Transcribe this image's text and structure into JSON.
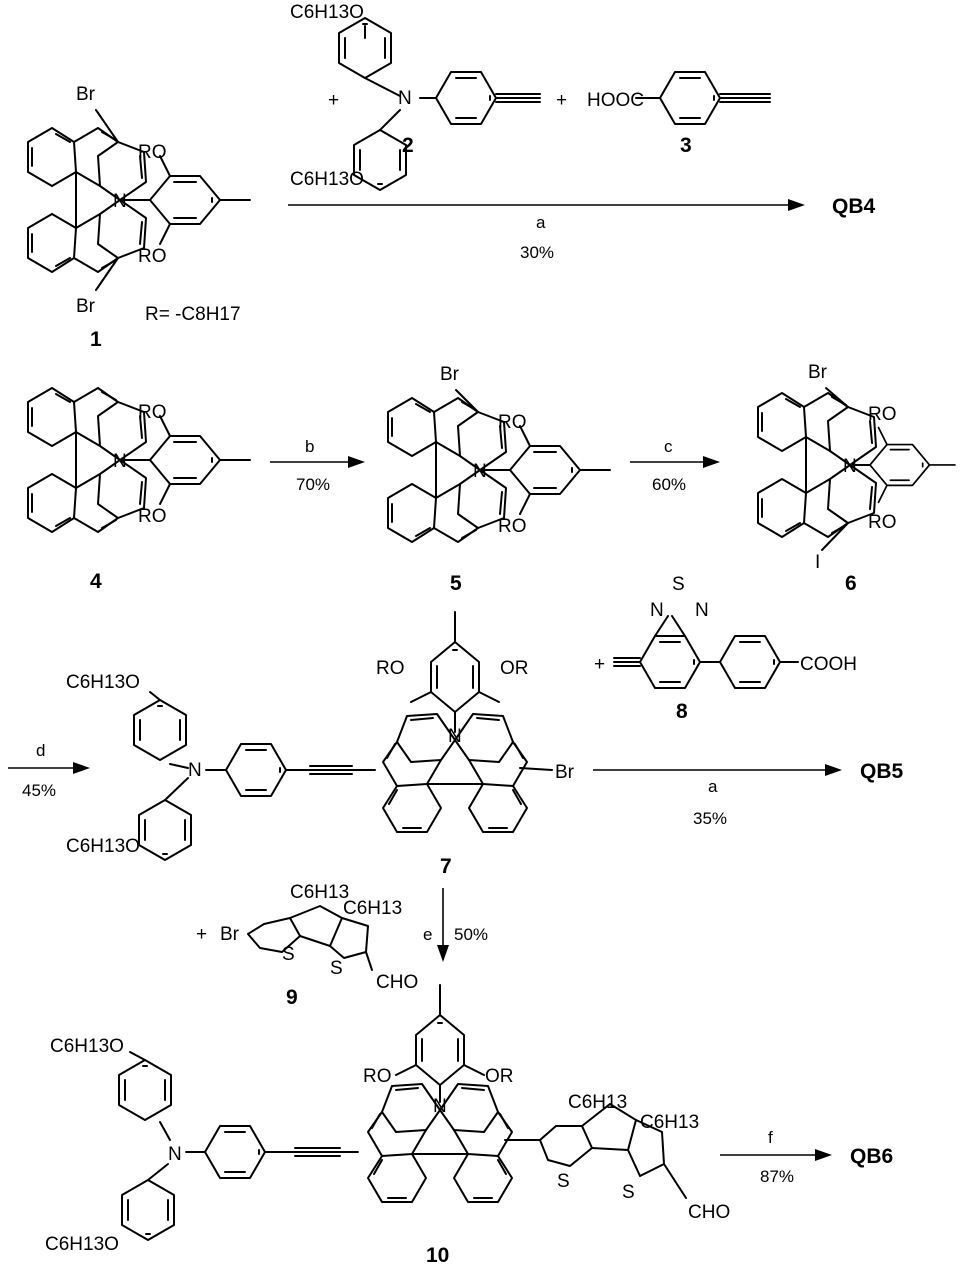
{
  "scheme": {
    "compounds": {
      "c1": "1",
      "c2": "2",
      "c3": "3",
      "c4": "4",
      "c5": "5",
      "c6": "6",
      "c7": "7",
      "c8": "8",
      "c9": "9",
      "c10": "10"
    },
    "products": {
      "qb4": "QB4",
      "qb5": "QB5",
      "qb6": "QB6"
    },
    "plus": "+",
    "r_definition": "R= -C8H17",
    "atoms": {
      "br": "Br",
      "i": "I",
      "n": "N",
      "s": "S",
      "ro": "RO",
      "or": "OR",
      "hexyloxy": "C6H13O",
      "hexyl": "C6H13",
      "cooh": "COOH",
      "hoocl": "HOOC",
      "cho": "CHO"
    },
    "steps": {
      "a1": {
        "reagent": "a",
        "yield": "30%"
      },
      "b": {
        "reagent": "b",
        "yield": "70%"
      },
      "c": {
        "reagent": "c",
        "yield": "60%"
      },
      "d": {
        "reagent": "d",
        "yield": "45%"
      },
      "a2": {
        "reagent": "a",
        "yield": "35%"
      },
      "e": {
        "reagent": "e",
        "yield": "50%"
      },
      "f": {
        "reagent": "f",
        "yield": "87%"
      }
    }
  }
}
